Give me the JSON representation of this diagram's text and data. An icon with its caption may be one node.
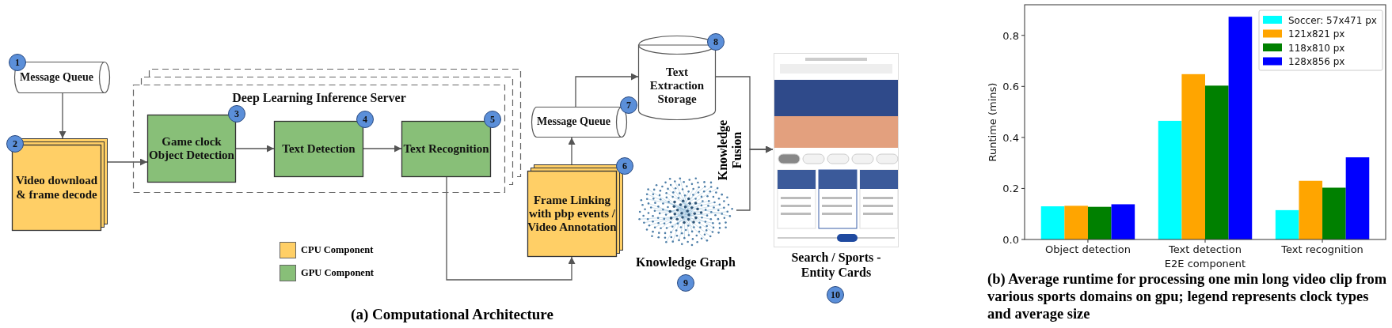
{
  "diagram": {
    "caption": "(a) Computational Architecture",
    "nodes": [
      {
        "text": [
          "Message Queue"
        ],
        "beside": [
          "1"
        ]
      },
      {
        "text": [
          "Video download & frame decode"
        ],
        "beside": [
          "2"
        ]
      },
      {
        "text": [
          "Deep Learning Inference Server"
        ]
      },
      {
        "text": [
          "Game clock Object Detection"
        ],
        "in": 2,
        "beside": [
          "3"
        ]
      },
      {
        "text": [
          "Text Detection"
        ],
        "in": 2,
        "beside": [
          "4"
        ]
      },
      {
        "text": [
          "Text Recognition"
        ],
        "in": 2,
        "beside": [
          "5"
        ]
      },
      {
        "text": [
          "Frame Linking with pbp events / Video Annotation"
        ],
        "beside": [
          "6"
        ]
      },
      {
        "text": [
          "Message Queue"
        ],
        "beside": [
          "7"
        ]
      },
      {
        "text": [
          "Text Extraction Storage"
        ],
        "beside": [
          "8"
        ]
      },
      {
        "text": [],
        "shape": "picture",
        "beside": [
          "Knowledge Graph",
          "9"
        ]
      },
      {
        "text": [],
        "shape": "picture",
        "beside": [
          "Search / Sports - Entity Cards",
          "10"
        ]
      }
    ],
    "edges": [
      {
        "from": 0,
        "to": 1,
        "arrow": "to"
      },
      {
        "from": 1,
        "to": 3,
        "arrow": "to"
      },
      {
        "from": 3,
        "to": 4,
        "arrow": "to"
      },
      {
        "from": 4,
        "to": 5,
        "arrow": "to"
      },
      {
        "from": 5,
        "to": 6,
        "arrow": "to"
      },
      {
        "from": 6,
        "to": 7,
        "arrow": "to"
      },
      {
        "from": 7,
        "to": 8,
        "arrow": "to"
      },
      {
        "from": 8,
        "to": 10,
        "arrow": "to",
        "label": "Knowledge Fusion"
      },
      {
        "from": 9,
        "to": 10,
        "arrow": "to"
      }
    ],
    "legend": [
      {
        "text": "CPU Component",
        "color": "#ffcf66"
      },
      {
        "text": "GPU Component",
        "color": "#88bf78"
      }
    ],
    "chart_data": {
      "type": "bar",
      "title": "(b) Average runtime for processing one min long video clip from various sports domains on gpu; legend represents clock types and average size",
      "xlabel": "E2E component",
      "ylabel": "Runtime (mins)",
      "categories": [
        "Object detection",
        "Text detection",
        "Text recognition"
      ],
      "series": [
        {
          "name": "Soccer: 57x471 px",
          "color": "#00ffff",
          "values": [
            0.13,
            0.465,
            0.115
          ]
        },
        {
          "name": "121x821 px",
          "color": "#ffa500",
          "values": [
            0.132,
            0.648,
            0.23
          ]
        },
        {
          "name": "118x810 px",
          "color": "#008000",
          "values": [
            0.128,
            0.603,
            0.203
          ]
        },
        {
          "name": "128x856 px",
          "color": "#0000ff",
          "values": [
            0.138,
            0.873,
            0.322
          ]
        }
      ],
      "legend": "upper right",
      "ylim": [
        0,
        0.92
      ],
      "yticks": [
        {
          "value": 0,
          "label": "0.0"
        },
        {
          "value": 0.2,
          "label": "0.2"
        },
        {
          "value": 0.4,
          "label": "0.4"
        },
        {
          "value": 0.6,
          "label": "0.6"
        },
        {
          "value": 0.8,
          "label": "0.8"
        }
      ]
    }
  }
}
